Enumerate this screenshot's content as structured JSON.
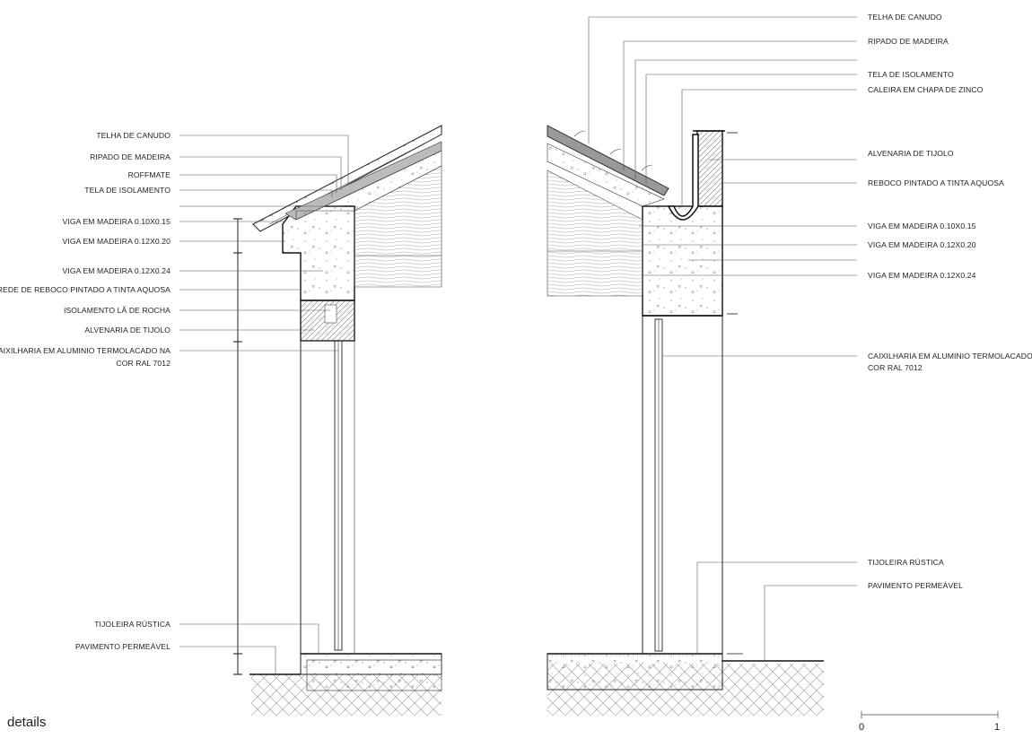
{
  "caption": "details",
  "left_detail": {
    "labels": [
      "TELHA DE CANUDO",
      "RIPADO DE MADEIRA",
      "ROFFMATE",
      "TELA DE ISOLAMENTO",
      "VIGA EM MADEIRA 0.10X0.15",
      "VIGA EM MADEIRA 0.12X0.20",
      "VIGA EM MADEIRA 0.12X0.24",
      "PAREDE DE REBOCO PINTADO A TINTA  AQUOSA",
      "ISOLAMENTO LÃ DE ROCHA",
      "ALVENARIA DE TIJOLO",
      "CAIXILHARIA EM ALUMINIO TERMOLACADO NA",
      "COR RAL 7012",
      "TIJOLEIRA RÚSTICA",
      "PAVIMENTO PERMEÁVEL"
    ]
  },
  "right_detail": {
    "labels": [
      "TELHA DE CANUDO",
      "RIPADO DE MADEIRA",
      "TELA DE ISOLAMENTO",
      "CALEIRA EM CHAPA DE ZINCO",
      "ALVENARIA DE TIJOLO",
      "REBOCO PINTADO A TINTA  AQUOSA",
      "VIGA EM MADEIRA 0.10X0.15",
      "VIGA EM MADEIRA 0.12X0.20",
      "VIGA EM MADEIRA 0.12X0.24",
      "CAIXILHARIA EM ALUMINIO TERMOLACADO NA",
      "COR RAL 7012",
      "TIJOLEIRA RÚSTICA",
      "PAVIMENTO PERMEÁVEL"
    ]
  },
  "scale_bar": {
    "start": "0",
    "end": "1"
  },
  "colors": {
    "line": "#222222",
    "leader": "#555555",
    "hatch": "#888888",
    "text": "#222222"
  }
}
